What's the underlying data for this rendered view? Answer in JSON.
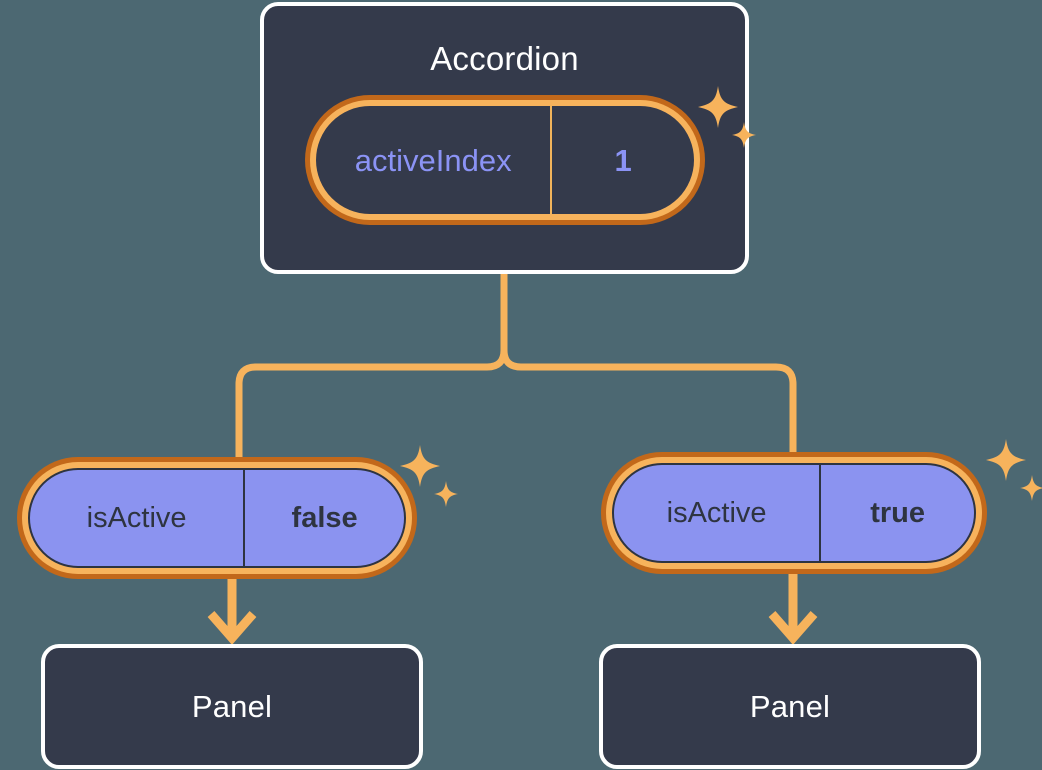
{
  "diagram": {
    "type": "component-state-tree",
    "background_color": "#4C6872",
    "title_hint": "Accordion component state tree"
  },
  "colors": {
    "background": "#4C6872",
    "box_fill": "#343A4B",
    "box_border": "#FFFFFF",
    "pill_ring_outer": "#C2681A",
    "pill_ring_inner": "#F7B35C",
    "pill_purple_fill": "#8B93F0",
    "text_periwinkle": "#8B93F5",
    "text_dark": "#2E3440",
    "connector": "#F7B35C",
    "sparkle": "#F7B35C"
  },
  "root": {
    "label": "Accordion",
    "state": {
      "key": "activeIndex",
      "value": "1"
    }
  },
  "children": [
    {
      "id": "left",
      "state": {
        "key": "isActive",
        "value": "false"
      },
      "panel": {
        "label": "Panel"
      }
    },
    {
      "id": "right",
      "state": {
        "key": "isActive",
        "value": "true"
      },
      "panel": {
        "label": "Panel"
      }
    }
  ],
  "icons": {
    "sparkle_large": "sparkle-four-point-large",
    "sparkle_small": "sparkle-four-point-small",
    "arrow": "arrow-down"
  }
}
